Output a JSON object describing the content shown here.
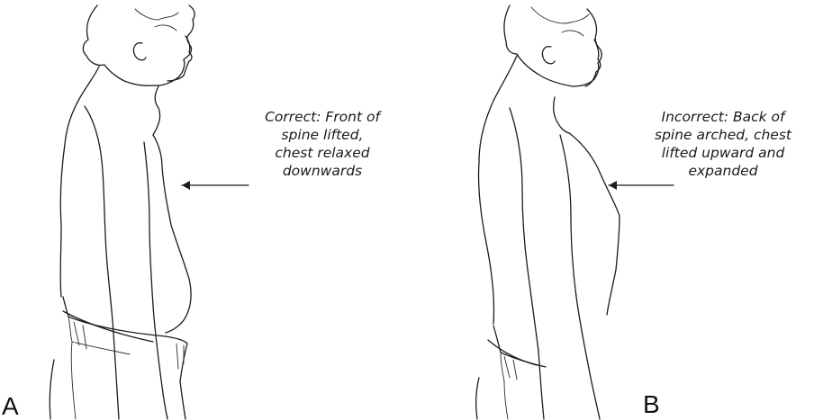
{
  "panels": [
    {
      "letter": "A",
      "caption_lines": [
        "Correct: Front of",
        "spine lifted,",
        "chest relaxed",
        "downwards"
      ]
    },
    {
      "letter": "B",
      "caption_lines": [
        "Incorrect: Back of",
        "spine arched, chest",
        "lifted upward and",
        "expanded"
      ]
    }
  ]
}
